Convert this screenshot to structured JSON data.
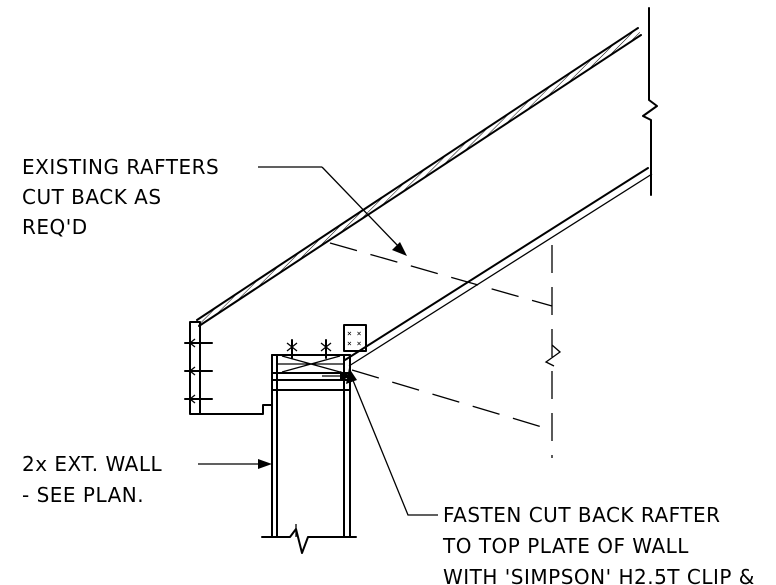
{
  "notes": {
    "rafters": [
      "EXISTING RAFTERS",
      "CUT BACK AS",
      "REQ'D"
    ],
    "wall": [
      "2x EXT. WALL",
      "- SEE PLAN."
    ],
    "fasten": [
      "FASTEN CUT BACK RAFTER",
      "TO TOP PLATE OF WALL",
      "WITH 'SIMPSON' H2.5T CLIP &"
    ]
  },
  "colors": {
    "linework": "#000000",
    "background": "#ffffff"
  }
}
